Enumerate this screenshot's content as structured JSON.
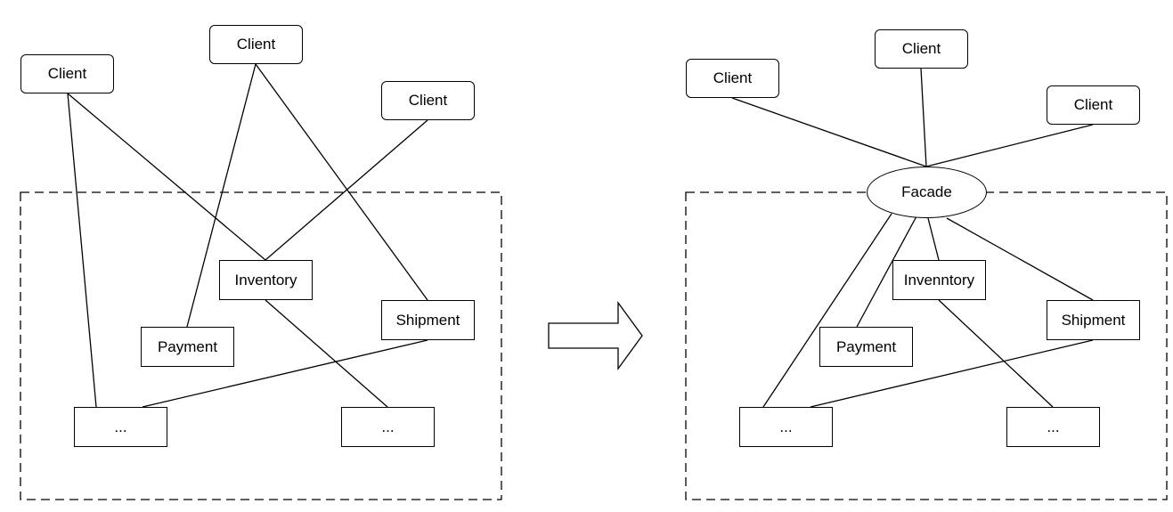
{
  "left_panel": {
    "clients": [
      "Client",
      "Client",
      "Client"
    ],
    "subsystems": {
      "inventory": "Inventory",
      "shipment": "Shipment",
      "payment": "Payment",
      "other_1": "...",
      "other_2": "..."
    }
  },
  "transform_arrow": "arrow-right-icon",
  "right_panel": {
    "clients": [
      "Client",
      "Client",
      "Client"
    ],
    "facade": "Facade",
    "subsystems": {
      "inventory": "Invenntory",
      "shipment": "Shipment",
      "payment": "Payment",
      "other_1": "...",
      "other_2": "..."
    }
  }
}
